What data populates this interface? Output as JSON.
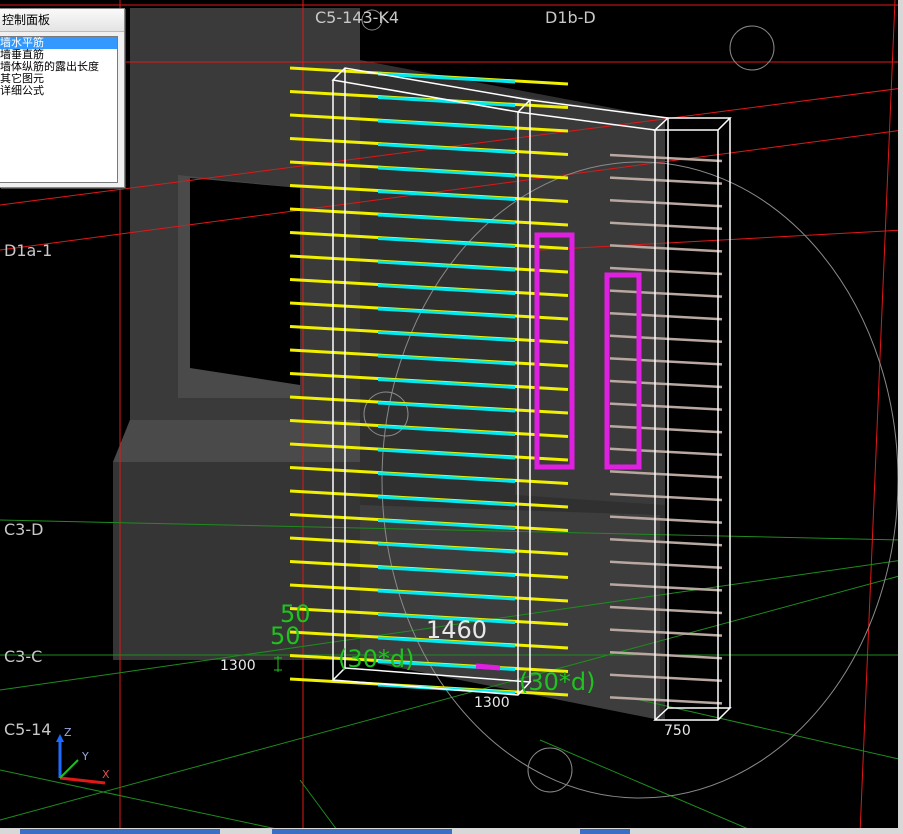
{
  "panel": {
    "title": "控制面板",
    "items": [
      {
        "label": "墙水平筋",
        "selected": true
      },
      {
        "label": "墙垂直筋",
        "selected": false
      },
      {
        "label": "墙体纵筋的露出长度",
        "selected": false
      },
      {
        "label": "其它图元",
        "selected": false
      },
      {
        "label": "详细公式",
        "selected": false
      }
    ]
  },
  "axis_labels": {
    "top_left": "C5-143-K4",
    "top_right": "D1b-D",
    "left_1": "D1a-1",
    "left_2": "C3-D",
    "left_3": "C3-C",
    "left_4": "C5-14"
  },
  "dimensions": {
    "d50_a": "50",
    "d50_b": "50",
    "d1460": "1460",
    "d1300_left": "1300",
    "d1300_bottom": "1300",
    "d750": "750",
    "lap_left": "(30*d)",
    "lap_right": "(30*d)"
  },
  "triad": {
    "x": "X",
    "y": "Y",
    "z": "Z"
  },
  "colors": {
    "background": "#000000",
    "grid_red": "#e01818",
    "grid_green": "#1e8c1e",
    "rebar_yellow": "#f0f000",
    "rebar_cyan": "#00e8f0",
    "rebar_gray": "#b8a8a0",
    "highlight_magenta": "#e020e0",
    "wire_white": "#ffffff",
    "concrete": "#3c3c3c",
    "dim_green": "#1fc21f"
  }
}
